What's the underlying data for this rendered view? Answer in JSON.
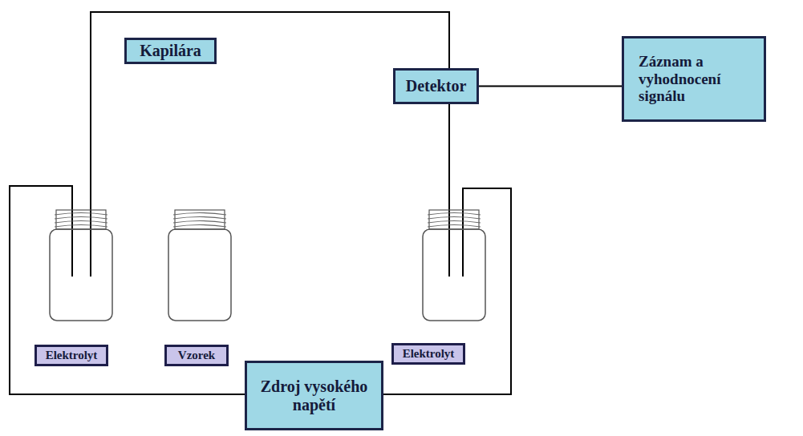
{
  "diagram": {
    "nodes": [
      {
        "text": [
          "Kapilára"
        ]
      },
      {
        "text": [
          "Detektor"
        ]
      },
      {
        "text": [
          "Záznam a vyhodnocení signálu"
        ]
      },
      {
        "text": [
          "Elektrolyt"
        ]
      },
      {
        "text": [
          "Vzorek"
        ]
      },
      {
        "text": [
          "Elektrolyt"
        ]
      },
      {
        "text": [
          "Zdroj vysokého napětí"
        ]
      }
    ],
    "edges": [
      {
        "from": 1,
        "to": 2,
        "arrow": "none"
      }
    ]
  }
}
